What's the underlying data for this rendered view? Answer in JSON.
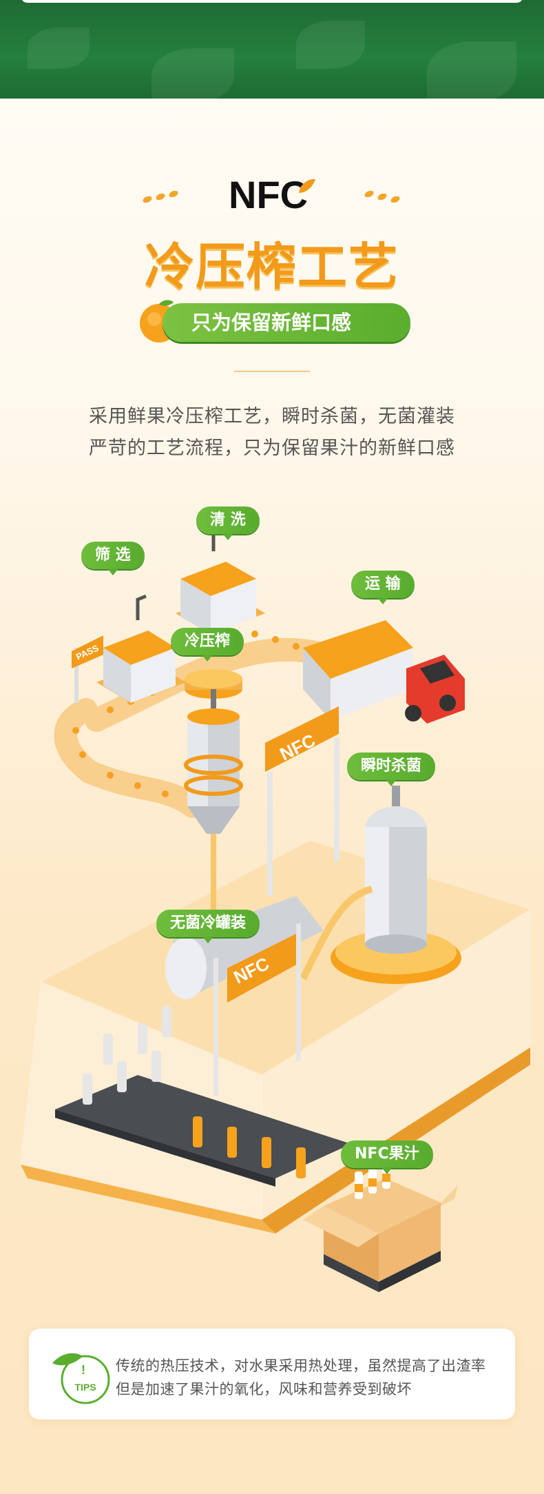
{
  "header": {
    "logo_text": "NFC",
    "title": "冷压榨工艺",
    "subtitle": "只为保留新鲜口感",
    "description_lines": [
      "采用鲜果冷压榨工艺，瞬时杀菌，无菌灌装",
      "严苛的工艺流程，只为保留果汁的新鲜口感"
    ]
  },
  "process": {
    "steps": [
      {
        "label": "清 洗"
      },
      {
        "label": "筛 选"
      },
      {
        "label": "运 输"
      },
      {
        "label": "冷压榨"
      },
      {
        "label": "瞬时杀菌"
      },
      {
        "label": "无菌冷罐装"
      },
      {
        "label": "NFC果汁"
      }
    ],
    "gate_text": "PASS",
    "sign_text": "NFC"
  },
  "tips": {
    "badge": "TIPS",
    "lines": [
      "传统的热压技术，对水果采用热处理，虽然提高了出渣率",
      "但是加速了果汁的氧化，风味和营养受到破坏"
    ]
  },
  "colors": {
    "accent_orange": "#f29a1a",
    "accent_green": "#5aad2e",
    "banner_green": "#24803c"
  }
}
